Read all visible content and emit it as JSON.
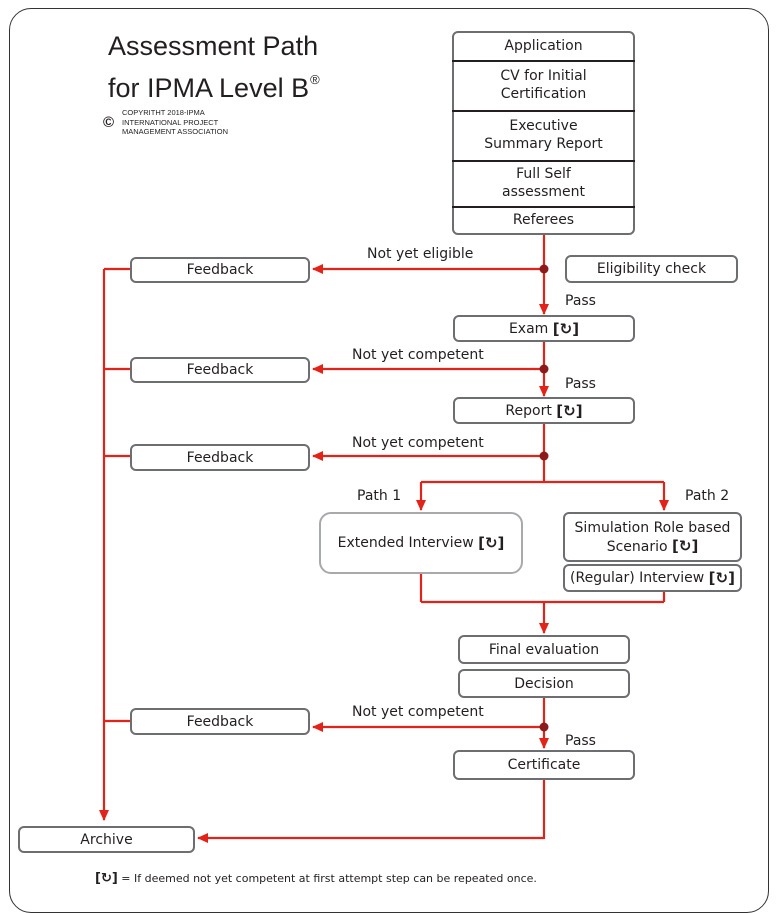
{
  "title": {
    "line1": "Assessment Path",
    "line2": "for IPMA Level B",
    "mark": "®"
  },
  "copyright": {
    "symbol": "©",
    "lines": [
      "COPYRITHT 2018-IPMA",
      "INTERNATIONAL PROJECT",
      "MANAGEMENT ASSOCIATION"
    ]
  },
  "application_stack": [
    "Application",
    "CV for Initial Certification",
    "Executive Summary Report",
    "Full Self assessment",
    "Referees"
  ],
  "steps": {
    "eligibility": "Eligibility check",
    "exam": "Exam",
    "report": "Report",
    "extended_interview": "Extended Interview",
    "simulation": "Simulation Role based Scenario",
    "regular_interview": "(Regular) Interview",
    "final_evaluation": "Final evaluation",
    "decision": "Decision",
    "certificate": "Certificate",
    "archive": "Archive",
    "feedback": "Feedback"
  },
  "labels": {
    "not_eligible": "Not yet eligible",
    "not_competent": "Not yet competent",
    "pass": "Pass",
    "path1": "Path 1",
    "path2": "Path 2"
  },
  "repeat_symbol": "[↻]",
  "footnote": "= If deemed not yet competent at first attempt step can be repeated once.",
  "colors": {
    "arrow": "#e2231a",
    "box_border": "#6d6e71",
    "extended_border": "#a7a9ac"
  }
}
